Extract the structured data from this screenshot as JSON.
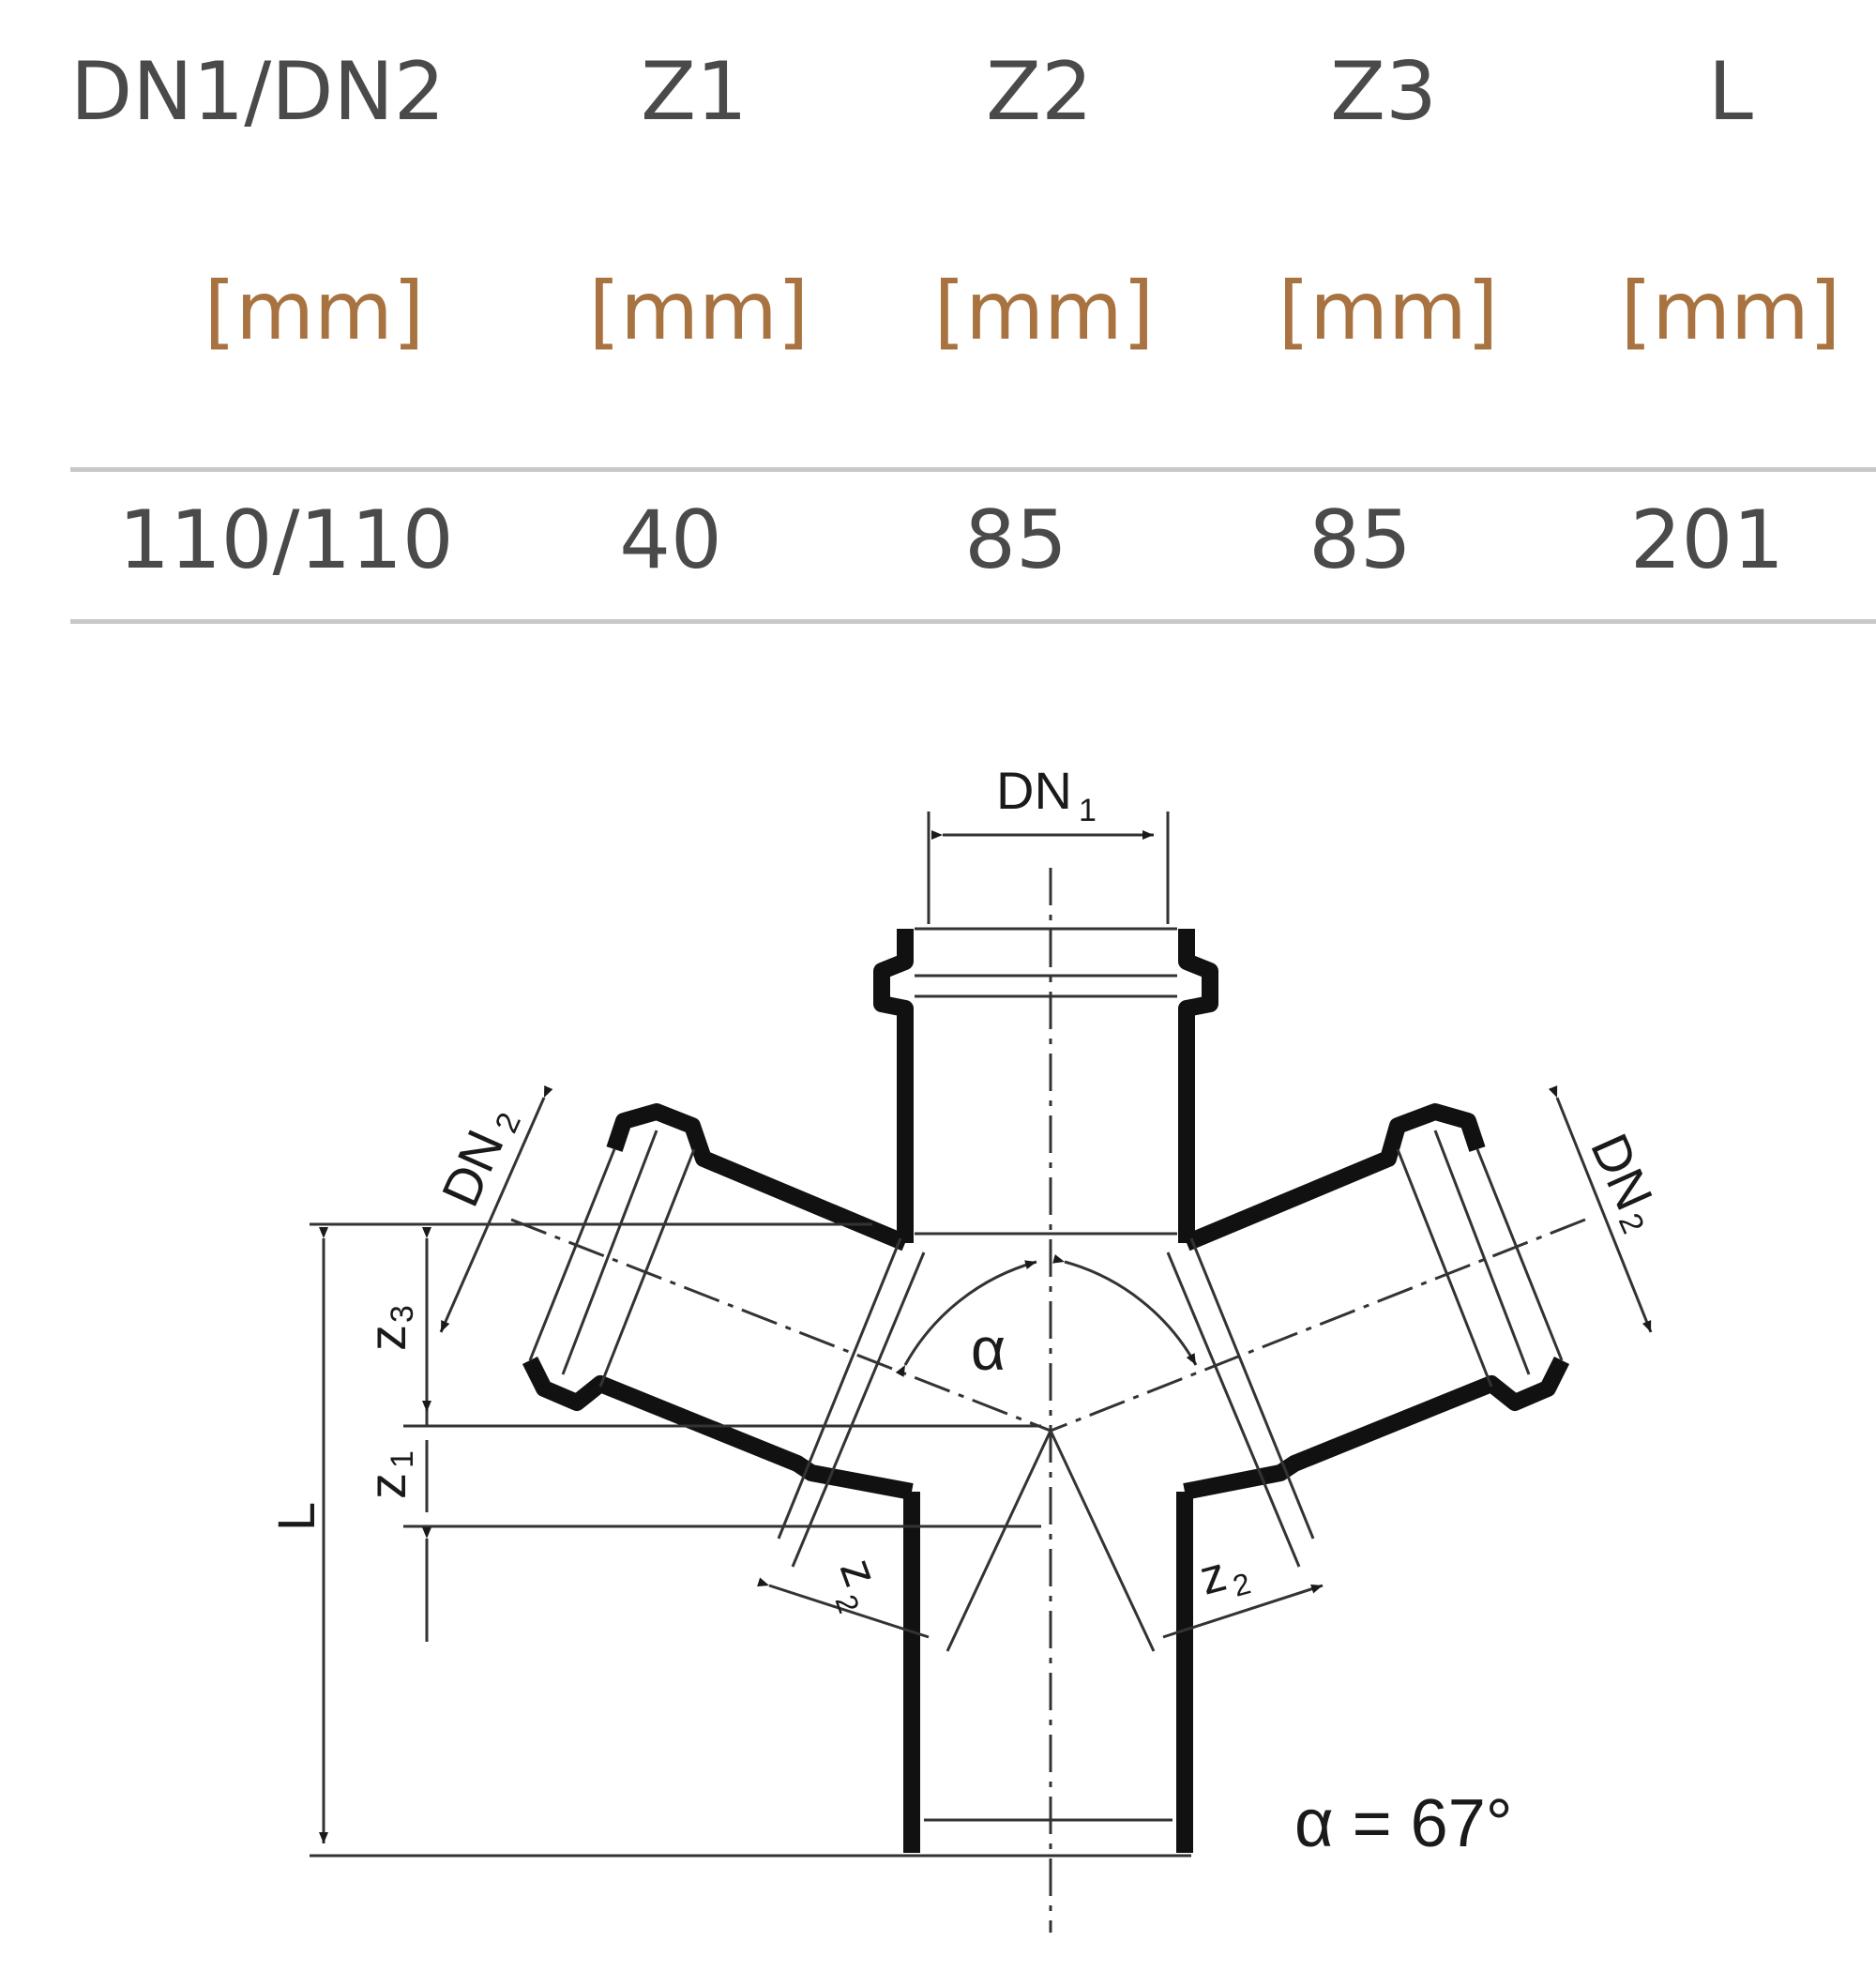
{
  "table": {
    "columns": [
      {
        "name": "DN1/DN2",
        "unit": "[mm]"
      },
      {
        "name": "Z1",
        "unit": "[mm]"
      },
      {
        "name": "Z2",
        "unit": "[mm]"
      },
      {
        "name": "Z3",
        "unit": "[mm]"
      },
      {
        "name": "L",
        "unit": "[mm]"
      }
    ],
    "rows": [
      [
        "110/110",
        "40",
        "85",
        "85",
        "201"
      ]
    ]
  },
  "drawing": {
    "labels": {
      "dn1": "DN",
      "dn1_sub": "1",
      "dn2": "DN",
      "dn2_sub": "2",
      "z1": "z",
      "z1_sub": "1",
      "z2": "z",
      "z2_sub": "2",
      "z3": "z",
      "z3_sub": "3",
      "l": "L",
      "alpha": "α"
    },
    "angle_note": "α = 67°"
  }
}
